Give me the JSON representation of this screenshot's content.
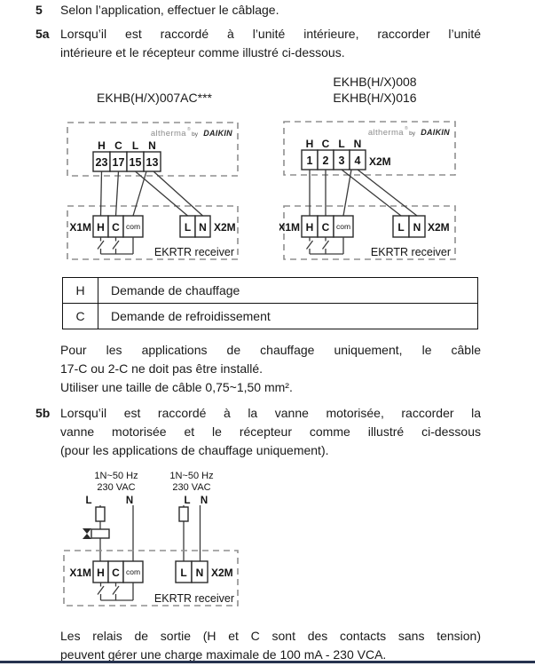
{
  "logo": {
    "name": "altherma",
    "reg": "®",
    "by": "by",
    "brand": "DAIKIN"
  },
  "step5": {
    "num": "5",
    "text": "Selon l’application, effectuer le câblage."
  },
  "step5a": {
    "num": "5a",
    "line1": "Lorsqu’il est raccordé à l’unité intérieure, raccorder l’unité",
    "line2": "intérieure et le récepteur comme illustré ci-dessous."
  },
  "titles": {
    "left": "EKHB(H/X)007AC***",
    "right1": "EKHB(H/X)008",
    "right2": "EKHB(H/X)016"
  },
  "diagram": {
    "pin_labels": [
      "H",
      "C",
      "L",
      "N"
    ],
    "left_pins": [
      "23",
      "17",
      "15",
      "13"
    ],
    "right_pins": [
      "1",
      "2",
      "3",
      "4"
    ],
    "x1m": "X1M",
    "x2m": "X2M",
    "relay_pins": [
      "H",
      "C",
      "com"
    ],
    "power_pins": [
      "L",
      "N"
    ],
    "receiver": "EKRTR receiver"
  },
  "table": {
    "rows": [
      {
        "key": "H",
        "desc": "Demande de chauffage"
      },
      {
        "key": "C",
        "desc": "Demande de refroidissement"
      }
    ]
  },
  "note1": {
    "line1": "Pour les applications de chauffage uniquement, le câble",
    "line2": "17-C ou 2-C ne doit pas être installé."
  },
  "note2": "Utiliser une taille de câble 0,75~1,50 mm².",
  "step5b": {
    "num": "5b",
    "line1": "Lorsqu’il est raccordé à la vanne motorisée, raccorder la",
    "line2": "vanne motorisée et le récepteur comme illustré ci-dessous",
    "line3": "(pour les applications de chauffage uniquement)."
  },
  "bottom": {
    "supply_line1": "1N~50 Hz",
    "supply_line2": "230 VAC",
    "l": "L",
    "n": "N"
  },
  "footer": {
    "line1": "Les relais de sortie (H et C sont des contacts sans tension)",
    "line2": "peuvent gérer une charge maximale de 100 mA - 230 VCA."
  }
}
